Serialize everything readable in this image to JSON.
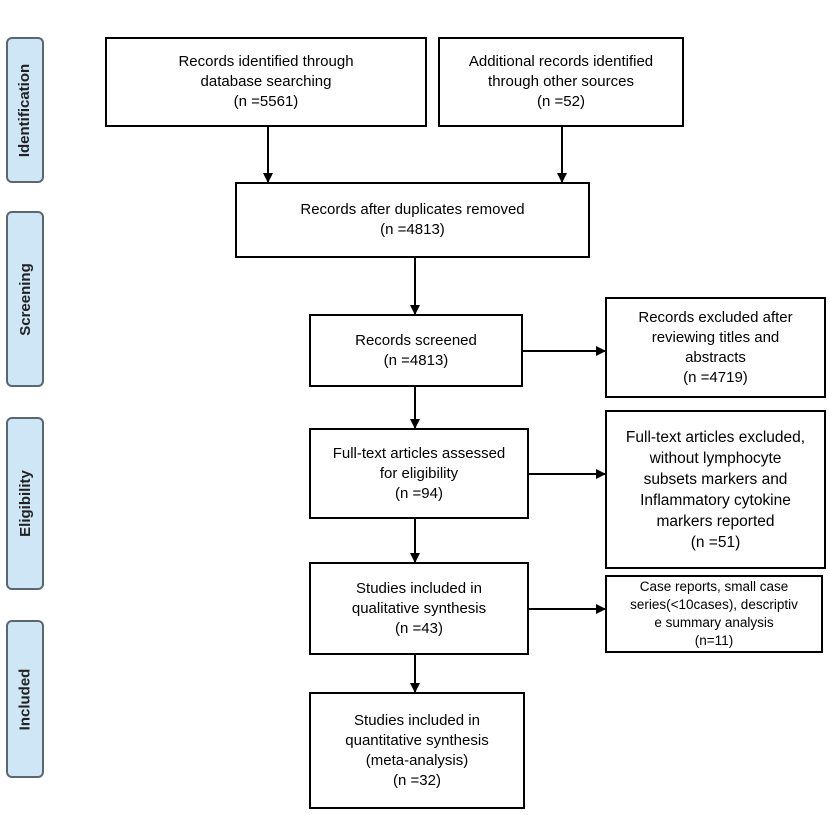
{
  "phases": {
    "identification": "Identification",
    "screening": "Screening",
    "eligibility": "Eligibility",
    "included": "Included"
  },
  "boxes": {
    "database_records": [
      "Records identified through",
      "database searching",
      "(n =5561)"
    ],
    "other_records": [
      "Additional records identified",
      "through other sources",
      "(n =52)"
    ],
    "after_duplicates": [
      "Records after duplicates removed",
      "(n =4813)"
    ],
    "screened": [
      "Records screened",
      "(n =4813)"
    ],
    "excluded_titles": [
      "Records excluded after",
      "reviewing titles and",
      "abstracts",
      "(n =4719)"
    ],
    "fulltext_assessed": [
      "Full-text articles assessed",
      "for eligibility",
      "(n =94)"
    ],
    "fulltext_excluded": [
      "Full-text articles excluded,",
      "without lymphocyte",
      "subsets markers and",
      "Inflammatory cytokine",
      "markers reported",
      "(n =51)"
    ],
    "qualitative": [
      "Studies included in",
      "qualitative synthesis",
      "(n =43)"
    ],
    "case_reports": [
      "Case reports, small case",
      "series(<10cases), descriptiv",
      "e summary analysis",
      "(n=11)"
    ],
    "quantitative": [
      "Studies included in",
      "quantitative synthesis",
      "(meta-analysis)",
      "(n =32)"
    ]
  }
}
